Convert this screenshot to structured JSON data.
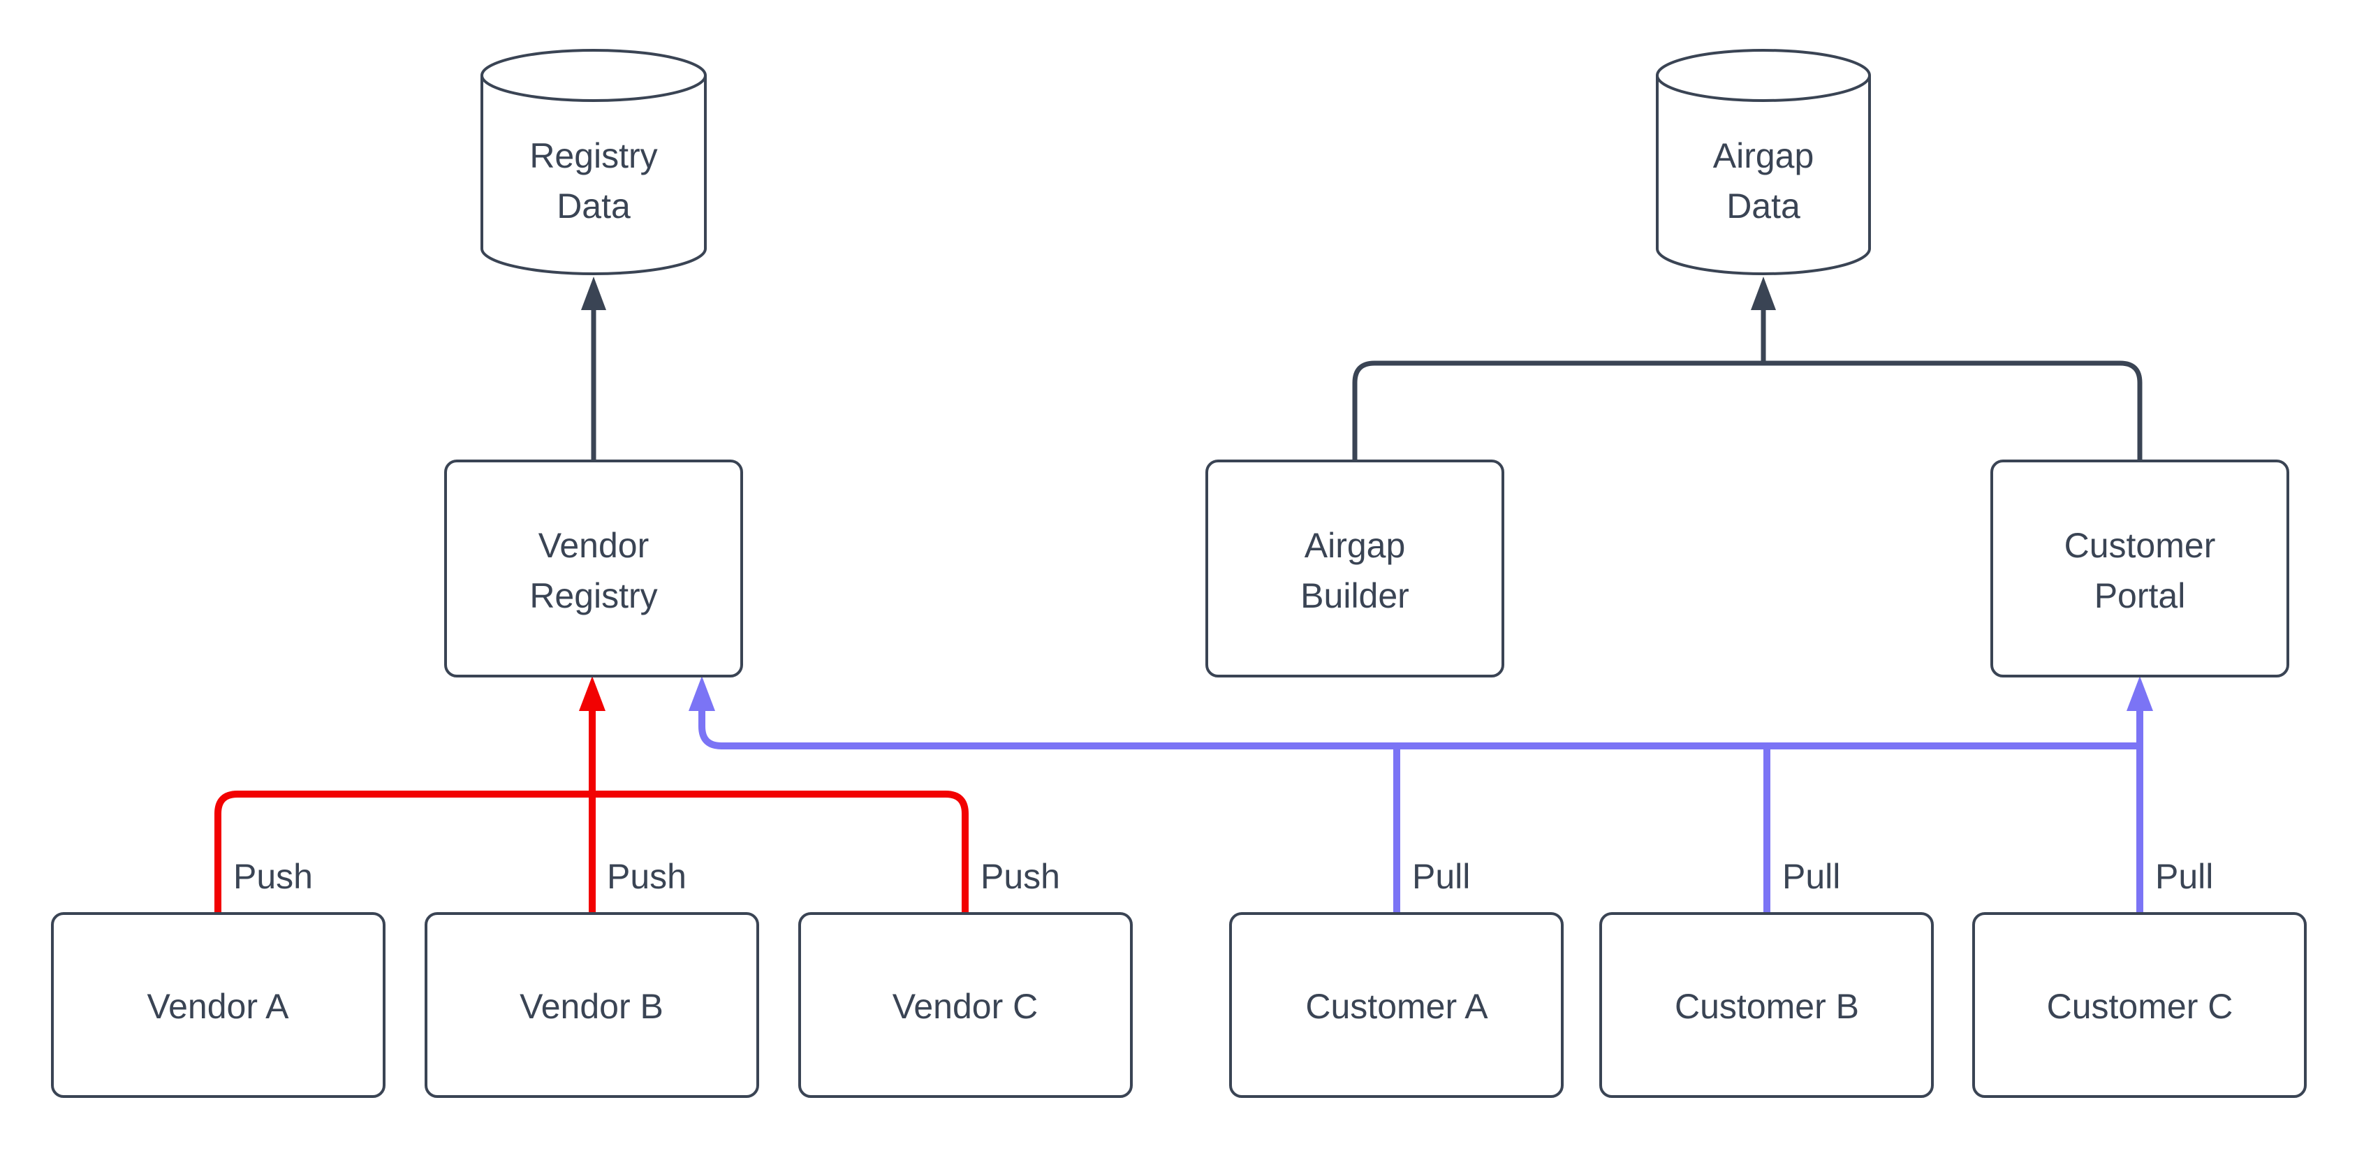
{
  "diagram": {
    "colors": {
      "line_dark": "#3a4454",
      "push_red": "#f20202",
      "pull_blue": "#7b74f5",
      "text": "#3a4454",
      "shape_fill": "#ffffff"
    },
    "datastores": {
      "registry_data": {
        "line1": "Registry",
        "line2": "Data"
      },
      "airgap_data": {
        "line1": "Airgap",
        "line2": "Data"
      }
    },
    "services": {
      "vendor_registry": {
        "line1": "Vendor",
        "line2": "Registry"
      },
      "airgap_builder": {
        "line1": "Airgap",
        "line2": "Builder"
      },
      "customer_portal": {
        "line1": "Customer",
        "line2": "Portal"
      }
    },
    "vendors": [
      {
        "label": "Vendor A"
      },
      {
        "label": "Vendor B"
      },
      {
        "label": "Vendor C"
      }
    ],
    "customers": [
      {
        "label": "Customer A"
      },
      {
        "label": "Customer B"
      },
      {
        "label": "Customer C"
      }
    ],
    "edge_labels": {
      "push": "Push",
      "pull": "Pull"
    }
  }
}
